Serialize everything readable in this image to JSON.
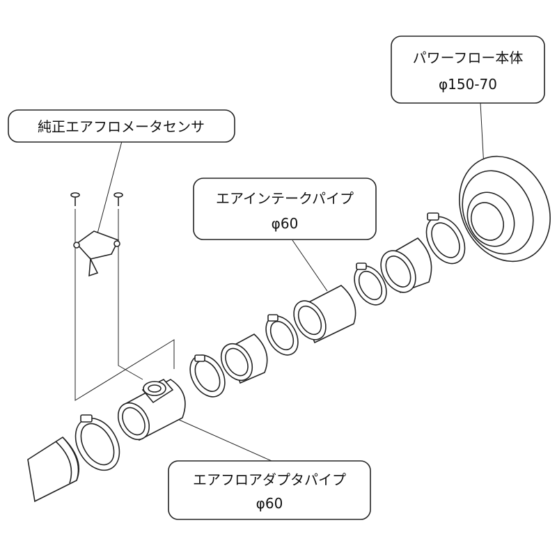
{
  "callouts": {
    "power_flow_body": {
      "line1": "パワーフロー本体",
      "line2": "φ150-70"
    },
    "oem_airflow_sensor": {
      "line1": "純正エアフロメータセンサ"
    },
    "intake_pipe": {
      "line1": "エアインテークパイプ",
      "line2": "φ60"
    },
    "adapter_pipe": {
      "line1": "エアフロアダプタパイプ",
      "line2": "φ60"
    }
  },
  "colors": {
    "line": "#222222",
    "fill": "#ffffff",
    "text": "#111111"
  }
}
